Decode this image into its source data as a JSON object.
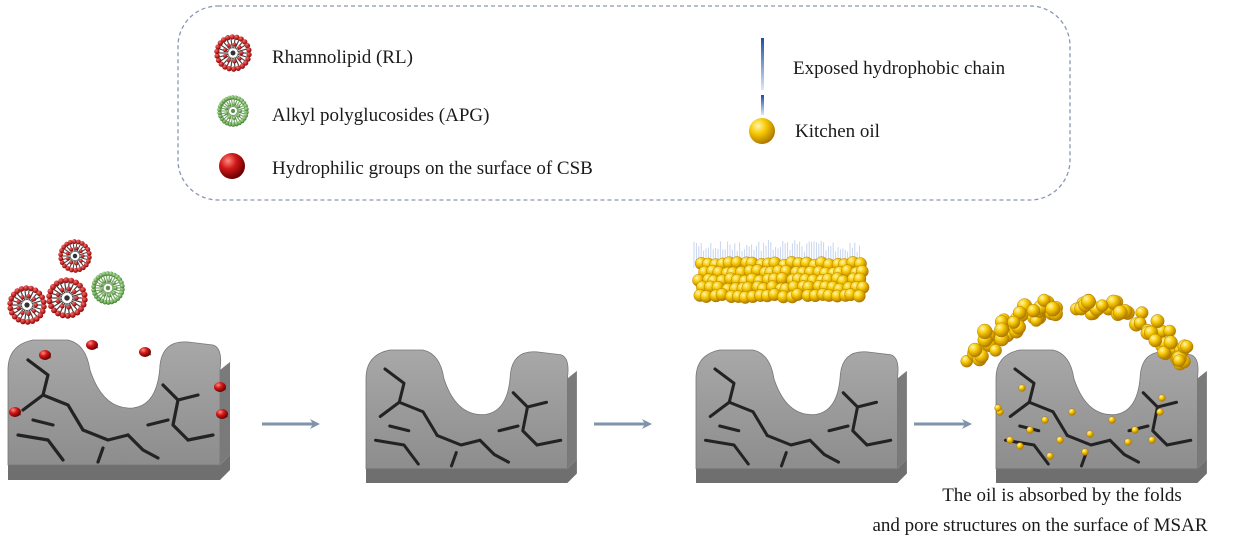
{
  "legend": {
    "items": [
      {
        "id": "rl",
        "label": "Rhamnolipid (RL)",
        "icon": "rhamnolipid-micelle-icon",
        "color": "#c0191c"
      },
      {
        "id": "apg",
        "label": "Alkyl polyglucosides (APG)",
        "icon": "apg-micelle-icon",
        "color": "#5aa84a"
      },
      {
        "id": "hydrophilic",
        "label": "Hydrophilic groups on the surface of CSB",
        "icon": "red-sphere-icon",
        "color": "#c8141a"
      },
      {
        "id": "chain",
        "label": "Exposed hydrophobic chain",
        "icon": "hydrophobic-chain-icon",
        "color": "#3f6fc4"
      },
      {
        "id": "oil",
        "label": "Kitchen oil",
        "icon": "oil-droplet-icon",
        "color": "#f5c000"
      }
    ]
  },
  "caption": {
    "line1": "The oil is absorbed by the folds",
    "line2": "and pore structures on the surface of MSAR"
  },
  "colors": {
    "block_top": "#9a9a9a",
    "block_front": "#828282",
    "crack": "#2a2a2a",
    "arrow": "#7f93ab",
    "legend_border": "#8a96b5"
  }
}
